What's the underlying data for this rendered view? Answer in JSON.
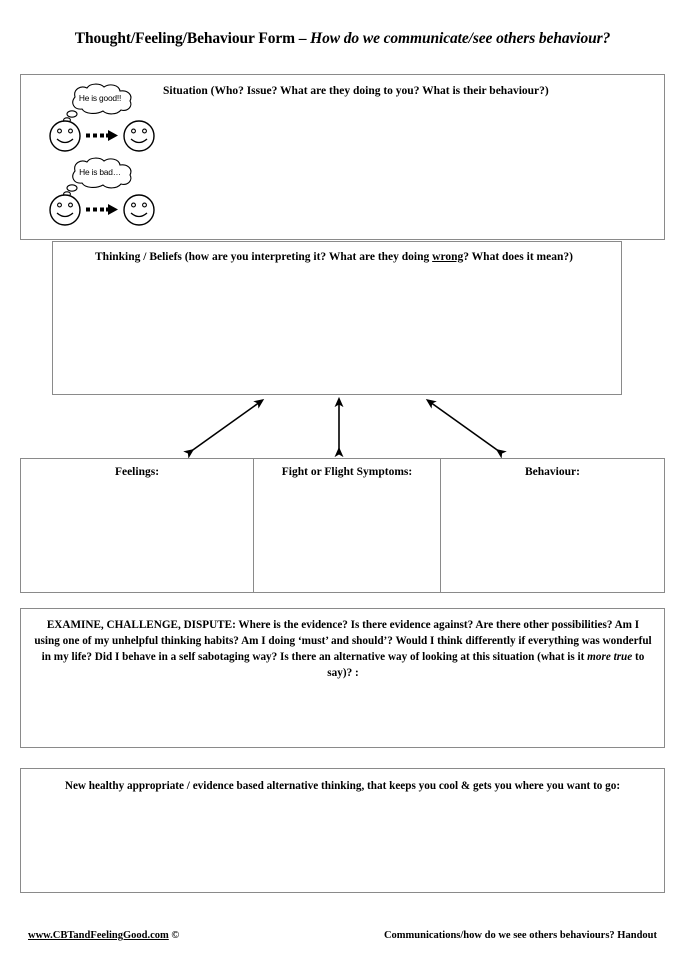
{
  "title": {
    "plain": "Thought/Feeling/Behaviour Form – ",
    "italic": "How do we communicate/see others behaviour?"
  },
  "situation": {
    "label": "Situation (Who? Issue? What are they doing to you? What is their behaviour?)",
    "illustration": {
      "pairs": [
        {
          "bubble_text": "He is good!!",
          "arrow": "dotted-arrow-right"
        },
        {
          "bubble_text": "He is bad…",
          "arrow": "dotted-arrow-right"
        }
      ]
    }
  },
  "thinking": {
    "label_before": "Thinking / Beliefs (how are you interpreting it? What are they doing ",
    "label_underlined": "wrong",
    "label_after": "? What does it mean?)"
  },
  "arrows": {
    "left": "double-headed-diagonal-arrow",
    "center": "double-headed-vertical-arrow",
    "right": "double-headed-diagonal-arrow"
  },
  "columns": [
    {
      "label": "Feelings:"
    },
    {
      "label": "Fight or Flight Symptoms:"
    },
    {
      "label": "Behaviour:"
    }
  ],
  "examine": {
    "line1": "EXAMINE, CHALLENGE, DISPUTE: Where is the evidence? Is there evidence against? Are there other possibilities? Am I using one of",
    "line2": "my unhelpful thinking habits? Am I doing ‘must’ and should’? Would I think differently if everything was wonderful in my life? Did I",
    "line3_before": "behave in a self sabotaging way? Is there an alternative way of looking at this situation (what is it ",
    "line3_italic": "more true",
    "line3_after": " to say)? :"
  },
  "new_thinking": {
    "label": "New healthy appropriate / evidence based alternative thinking, that keeps you cool & gets you where you want to go:"
  },
  "footer": {
    "url": "www.CBTandFeelingGood.com",
    "copyright": " ©",
    "right": "Communications/how do we see others behaviours? Handout"
  },
  "colors": {
    "ink": "#000000",
    "border": "#8a8a8a",
    "paper": "#ffffff"
  }
}
